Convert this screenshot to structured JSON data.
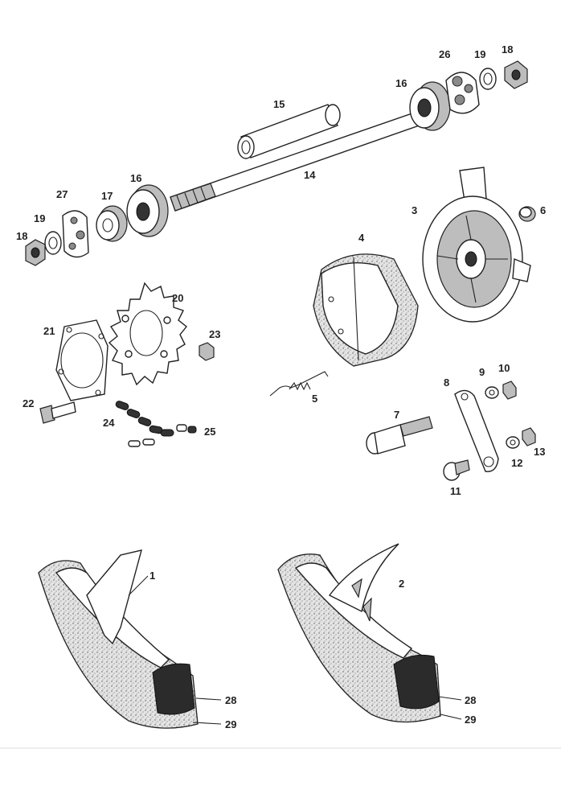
{
  "labels": {
    "l1": "1",
    "l2": "2",
    "l3": "3",
    "l4": "4",
    "l5": "5",
    "l6": "6",
    "l7": "7",
    "l8": "8",
    "l9": "9",
    "l10": "10",
    "l11": "11",
    "l12": "12",
    "l13": "13",
    "l14": "14",
    "l15": "15",
    "l16a": "16",
    "l16b": "16",
    "l17": "17",
    "l18a": "18",
    "l18b": "18",
    "l19a": "19",
    "l19b": "19",
    "l20": "20",
    "l21": "21",
    "l22": "22",
    "l23": "23",
    "l24": "24",
    "l25": "25",
    "l26": "26",
    "l27": "27",
    "l28a": "28",
    "l28b": "28",
    "l29a": "29",
    "l29b": "29"
  },
  "colors": {
    "line": "#222222",
    "shade": "#bdbdbd",
    "tube": "#2b2b2b"
  }
}
